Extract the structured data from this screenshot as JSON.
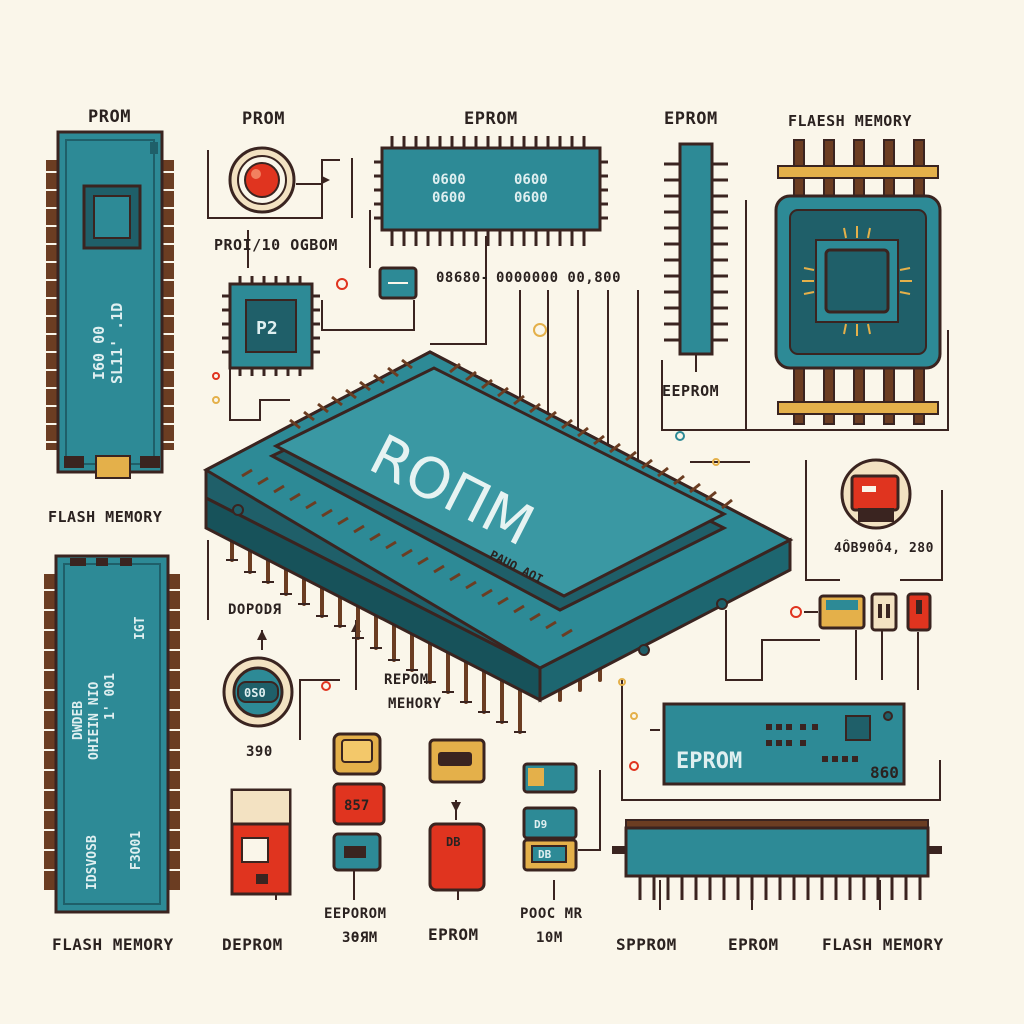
{
  "colors": {
    "background": "#faf6ea",
    "chip_teal": "#2d8a96",
    "chip_dark": "#1f5f69",
    "outline": "#3a2420",
    "pin_brown": "#6b3d22",
    "accent_red": "#e0341f",
    "accent_yellow": "#e4b04a",
    "wire": "#3a2420"
  },
  "labels": {
    "prom_1": "PROM",
    "prom_2": "PROM",
    "eprom_top": "EPROM",
    "eprom_top_right": "EPROM",
    "flash_top_right": "FLAESH MEMORY",
    "prom_prog": "PROI/10 OGBOM",
    "top_num_left": "08680-",
    "top_num_mid": "0000000 00,800",
    "eeprom_right": "EEPROM",
    "flash_left_mid": "FLASH MEMORY",
    "red_chip_num": "4ÔB90Ô4, 280",
    "doped": "DOPODЯ",
    "repom_1": "REPOM",
    "repom_2": "MEHORY",
    "num_390": "390",
    "flash_bottom_left": "FLASH MEMORY",
    "depom": "DEPROM",
    "eeprom_bottom_1": "EEPOROM",
    "eeprom_bottom_2": "ЗӨЯM",
    "eprom_bottom": "EPROM",
    "pooc_1": "POOC MR",
    "pooc_2": "10M",
    "spprom": "SPPROM",
    "eprom_bottom_right": "EPROM",
    "flash_bottom_right": "FLASH MEMORY"
  },
  "chips": {
    "main_title": "ROПM",
    "main_subtitle": "PAUO AOI",
    "top_chip_line1a": "0600",
    "top_chip_line1b": "0600",
    "top_chip_line2a": "0600",
    "top_chip_line2b": "0600",
    "left_chip_text_1": "I60 00",
    "left_chip_text_2": "SL11' .1D",
    "left_bottom_text_1": "DWDEB",
    "left_bottom_text_2": "OHIEIN NIO",
    "left_bottom_text_3": "1' 001",
    "left_bottom_text_4": "IDSVOSB",
    "left_bottom_text_5": "F3O01",
    "left_bottom_text_6": "IGT",
    "small_chip_text": "P2",
    "round_button_text": "0S0",
    "eprom_board_label": "EPROM",
    "eprom_board_code": "860",
    "red_small_a": "857",
    "red_small_b": "DB",
    "red_small_c": "D9",
    "red_small_d": "DB"
  }
}
